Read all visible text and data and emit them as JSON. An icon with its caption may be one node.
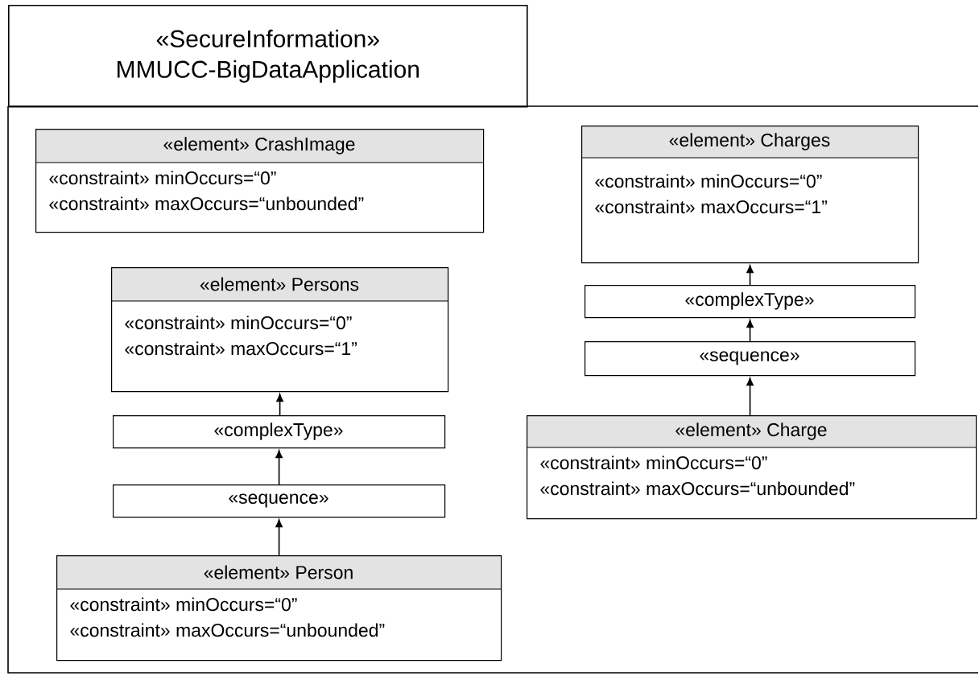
{
  "diagram": {
    "nodes": [
      {
        "text": [
          "«SecureInformation» MMUCC-BigDataApplication"
        ]
      },
      {
        "text": [
          "«element» CrashImage",
          "«constraint» minOccurs=“0”",
          "«constraint» maxOccurs=“unbounded”"
        ],
        "in": 0
      },
      {
        "text": [
          "«element» Persons",
          "«constraint» minOccurs=“0”",
          "«constraint» maxOccurs=“1”"
        ],
        "in": 0
      },
      {
        "text": [
          "«complexType»"
        ],
        "in": 0
      },
      {
        "text": [
          "«sequence»"
        ],
        "in": 0
      },
      {
        "text": [
          "«element» Person",
          "«constraint» minOccurs=“0”",
          "«constraint» maxOccurs=“unbounded”"
        ],
        "in": 0
      },
      {
        "text": [
          "«element» Charges",
          "«constraint» minOccurs=“0”",
          "«constraint» maxOccurs=“1”"
        ],
        "in": 0
      },
      {
        "text": [
          "«complexType»"
        ],
        "in": 0
      },
      {
        "text": [
          "«sequence»"
        ],
        "in": 0
      },
      {
        "text": [
          "«element» Charge",
          "«constraint» minOccurs=“0”",
          "«constraint» maxOccurs=“unbounded”"
        ],
        "in": 0
      }
    ],
    "edges": [
      {
        "from": 3,
        "to": 2,
        "arrow": "to"
      },
      {
        "from": 4,
        "to": 3,
        "arrow": "to"
      },
      {
        "from": 5,
        "to": 4,
        "arrow": "to"
      },
      {
        "from": 7,
        "to": 6,
        "arrow": "to"
      },
      {
        "from": 8,
        "to": 7,
        "arrow": "to"
      },
      {
        "from": 9,
        "to": 8,
        "arrow": "to"
      }
    ]
  }
}
